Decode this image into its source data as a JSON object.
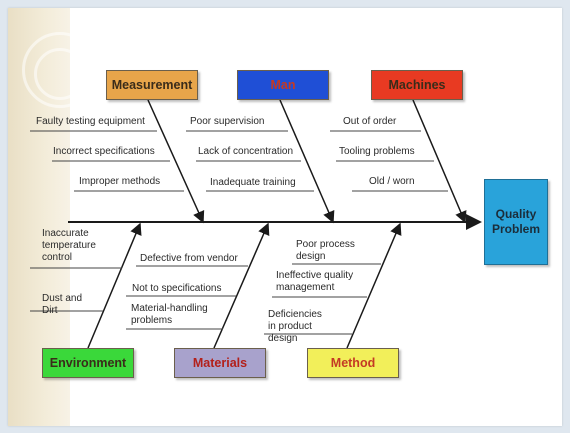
{
  "effect": {
    "line1": "Quality",
    "line2": "Problem",
    "color": "#29a3da"
  },
  "categories": {
    "measurement": {
      "label": "Measurement",
      "color": "#e8a54a"
    },
    "man": {
      "label": "Man",
      "color": "#1f4fd6"
    },
    "machines": {
      "label": "Machines",
      "color": "#e83a22"
    },
    "environment": {
      "label": "Environment",
      "color": "#3ad83a"
    },
    "materials": {
      "label": "Materials",
      "color": "#a8a2cc"
    },
    "method": {
      "label": "Method",
      "color": "#f2ef5a"
    }
  },
  "causes": {
    "measurement": [
      "Faulty testing equipment",
      "Incorrect specifications",
      "Improper methods"
    ],
    "man": [
      "Poor supervision",
      "Lack of concentration",
      "Inadequate training"
    ],
    "machines": [
      "Out of order",
      "Tooling problems",
      "Old / worn"
    ],
    "environment": [
      "Inaccurate temperature control",
      "Dust and Dirt"
    ],
    "materials": [
      "Defective from vendor",
      "Not to specifications",
      "Material-handling problems"
    ],
    "method": [
      "Poor process design",
      "Ineffective quality management",
      "Deficiencies in product design"
    ]
  }
}
